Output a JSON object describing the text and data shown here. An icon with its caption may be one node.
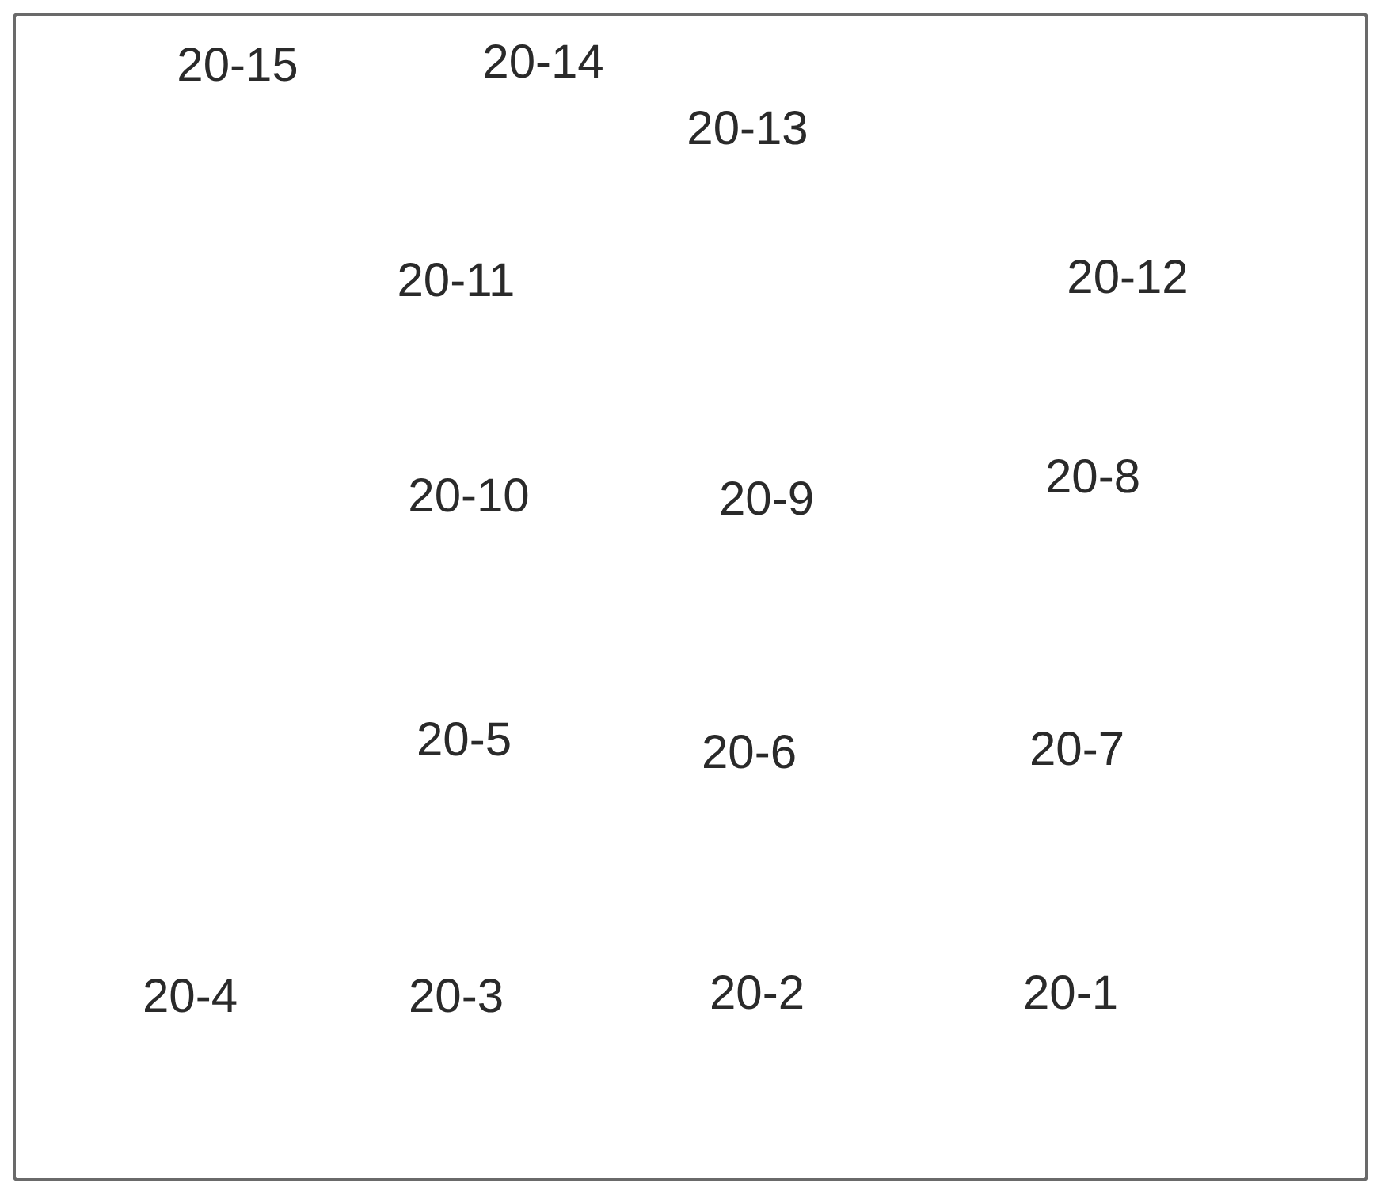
{
  "diagram": {
    "labels": [
      "20-15",
      "20-14",
      "20-13",
      "20-11",
      "20-12",
      "20-10",
      "20-9",
      "20-8",
      "20-5",
      "20-6",
      "20-7",
      "20-4",
      "20-3",
      "20-2",
      "20-1"
    ]
  }
}
